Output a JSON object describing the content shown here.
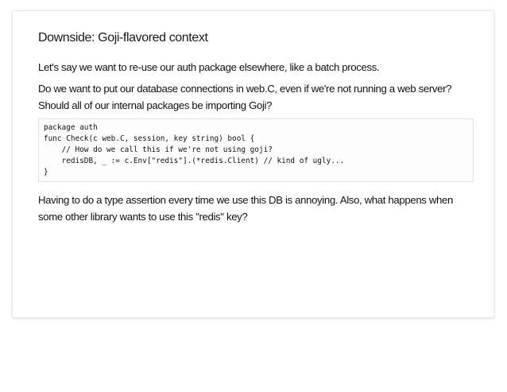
{
  "slide": {
    "title": "Downside: Goji-flavored context",
    "paragraphs_before": [
      "Let's say we want to re-use our auth package elsewhere, like a batch process.",
      "Do we want to put our database connections in web.C, even if we're not running a web server? Should all of our internal packages be importing Goji?"
    ],
    "code_lines": [
      "package auth",
      "func Check(c web.C, session, key string) bool {",
      "    // How do we call this if we're not using goji?",
      "    redisDB, _ := c.Env[\"redis\"].(*redis.Client) // kind of ugly...",
      "}"
    ],
    "paragraphs_after": [
      "Having to do a type assertion every time we use this DB is annoying. Also, what happens when some other library wants to use this \"redis\" key?"
    ]
  }
}
